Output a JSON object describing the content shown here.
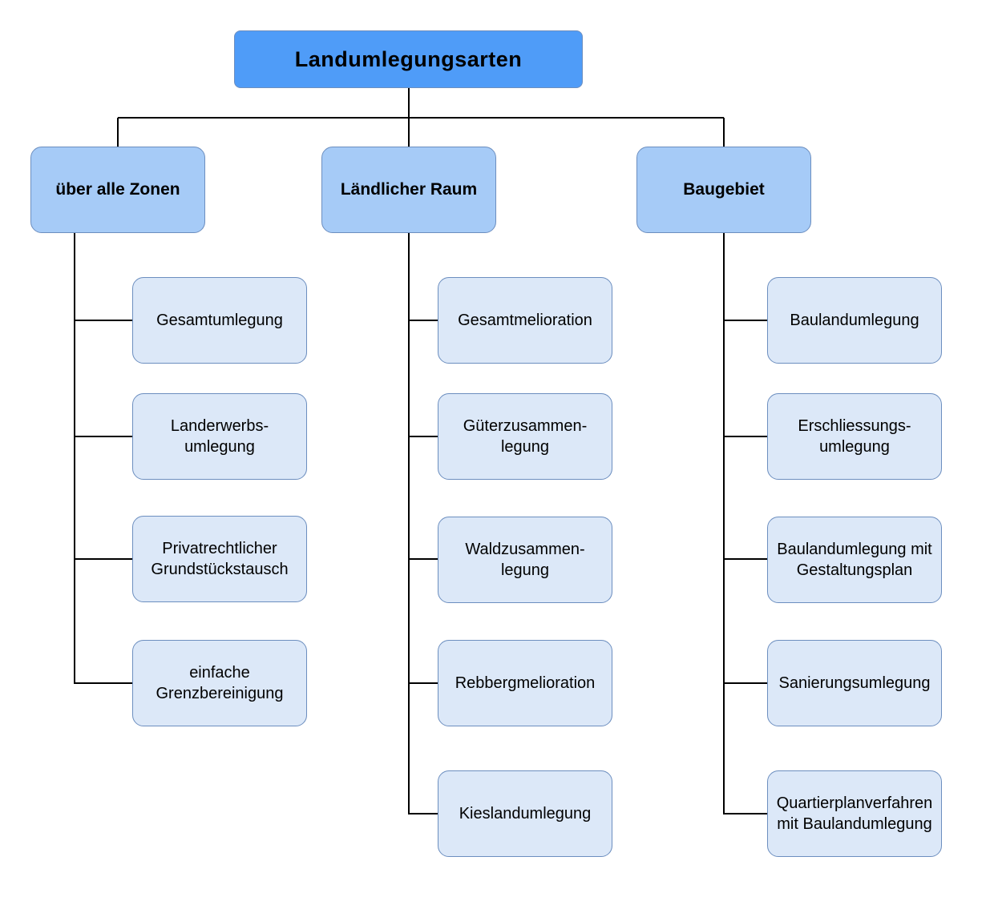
{
  "diagram": {
    "root": {
      "label": "Landumlegungsarten"
    },
    "categories": [
      {
        "label": "über alle Zonen",
        "items": [
          {
            "label": "Gesamtumlegung"
          },
          {
            "label": "Landerwerbs-\numlegung"
          },
          {
            "label": "Privatrechtlicher\nGrundstückstausch"
          },
          {
            "label": "einfache\nGrenzbereinigung"
          }
        ]
      },
      {
        "label": "Ländlicher Raum",
        "items": [
          {
            "label": "Gesamtmelioration"
          },
          {
            "label": "Güterzusammen-\nlegung"
          },
          {
            "label": "Waldzusammen-\nlegung"
          },
          {
            "label": "Rebbergmelioration"
          },
          {
            "label": "Kieslandumlegung"
          }
        ]
      },
      {
        "label": "Baugebiet",
        "items": [
          {
            "label": "Baulandumlegung"
          },
          {
            "label": "Erschliessungs-\numlegung"
          },
          {
            "label": "Baulandumlegung mit\nGestaltungsplan"
          },
          {
            "label": "Sanierungsumlegung"
          },
          {
            "label": "Quartierplanverfahren\nmit Baulandumlegung"
          }
        ]
      }
    ],
    "colors": {
      "root_fill": "#4f9cf8",
      "category_fill": "#a6cbf7",
      "item_fill": "#dce8f8",
      "border": "#6c8ebf",
      "connector": "#000000"
    }
  }
}
